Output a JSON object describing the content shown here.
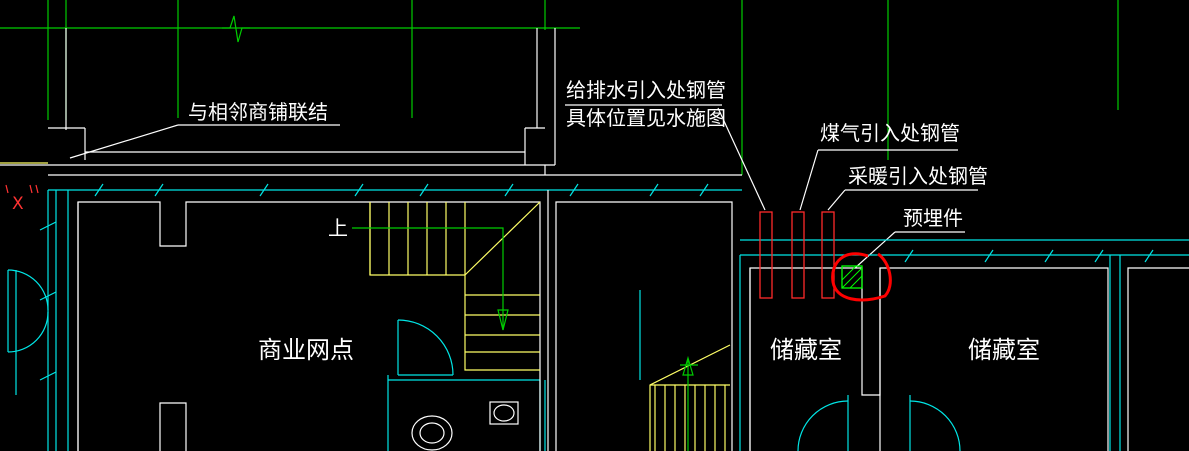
{
  "labels": {
    "adjacent_shop_connection": "与相邻商铺联结",
    "water_pipe_line1": "给排水引入处钢管",
    "water_pipe_line2": "具体位置见水施图",
    "gas_pipe": "煤气引入处钢管",
    "heating_pipe": "采暖引入处钢管",
    "embedded_part": "预埋件",
    "stair_up": "上",
    "commercial_outlet": "商业网点",
    "storage_room_1": "储藏室",
    "storage_room_2": "储藏室"
  },
  "colors": {
    "background": "#000000",
    "wall": "#ffffff",
    "axis": "#00cc00",
    "dimension": "#00e5e5",
    "stair": "#ffff66",
    "pipe": "#ff2a2a",
    "highlight": "#ff0000",
    "hatch": "#00ff00",
    "mark": "#ff3333"
  },
  "marks": {
    "section_mark": "X"
  }
}
